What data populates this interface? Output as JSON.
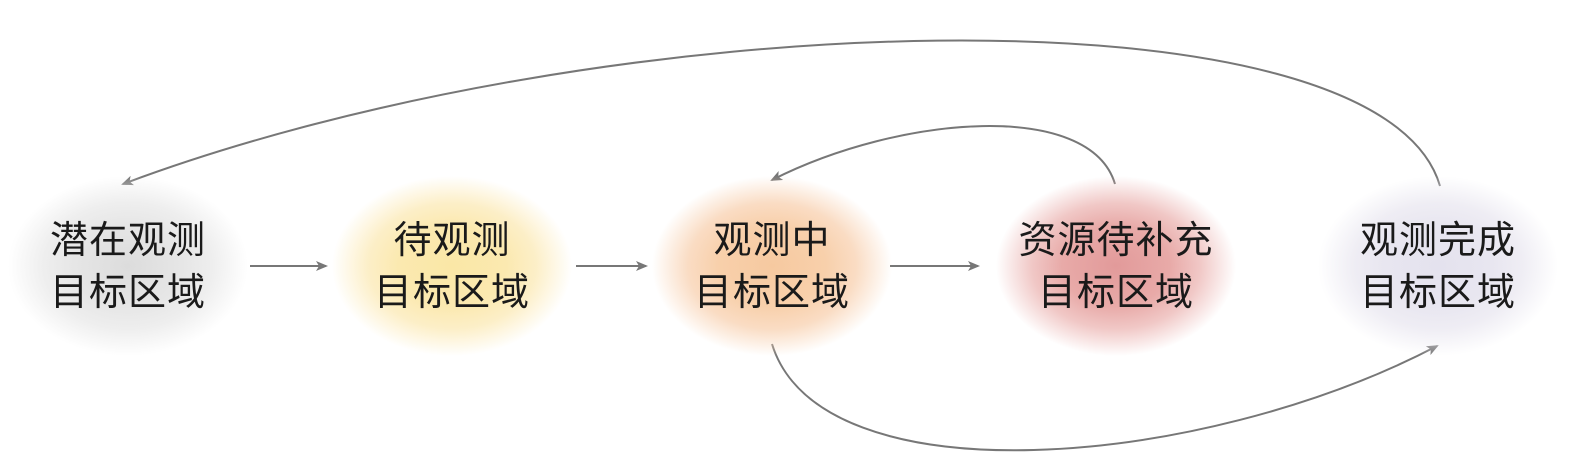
{
  "nodes": [
    {
      "id": "potential",
      "line1": "潜在观测",
      "line2": "目标区域"
    },
    {
      "id": "pending",
      "line1": "待观测",
      "line2": "目标区域"
    },
    {
      "id": "observing",
      "line1": "观测中",
      "line2": "目标区域"
    },
    {
      "id": "resource",
      "line1": "资源待补充",
      "line2": "目标区域"
    },
    {
      "id": "completed",
      "line1": "观测完成",
      "line2": "目标区域"
    }
  ],
  "colors": {
    "arrow": "#777777",
    "potential": "#dcdcdc",
    "pending": "#fae7a6",
    "observing": "#f6c9a0",
    "resource": "#e29a9a",
    "completed": "#e4e2ee",
    "text": "#1a1a1a"
  }
}
